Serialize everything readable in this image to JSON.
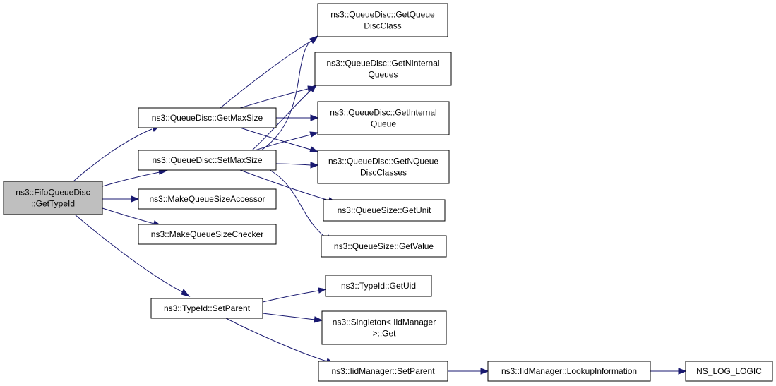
{
  "diagram": {
    "nodes": [
      {
        "id": "root",
        "lines": [
          "ns3::FifoQueueDisc",
          "::GetTypeId"
        ]
      },
      {
        "id": "getMaxSize",
        "lines": [
          "ns3::QueueDisc::GetMaxSize"
        ]
      },
      {
        "id": "setMaxSize",
        "lines": [
          "ns3::QueueDisc::SetMaxSize"
        ]
      },
      {
        "id": "makeAccessor",
        "lines": [
          "ns3::MakeQueueSizeAccessor"
        ]
      },
      {
        "id": "makeChecker",
        "lines": [
          "ns3::MakeQueueSizeChecker"
        ]
      },
      {
        "id": "typeIdSetParent",
        "lines": [
          "ns3::TypeId::SetParent"
        ]
      },
      {
        "id": "getQueueDiscClass",
        "lines": [
          "ns3::QueueDisc::GetQueue",
          "DiscClass"
        ]
      },
      {
        "id": "getNInternalQueues",
        "lines": [
          "ns3::QueueDisc::GetNInternal",
          "Queues"
        ]
      },
      {
        "id": "getInternalQueue",
        "lines": [
          "ns3::QueueDisc::GetInternal",
          "Queue"
        ]
      },
      {
        "id": "getNQueueDiscClasses",
        "lines": [
          "ns3::QueueDisc::GetNQueue",
          "DiscClasses"
        ]
      },
      {
        "id": "getUnit",
        "lines": [
          "ns3::QueueSize::GetUnit"
        ]
      },
      {
        "id": "getValue",
        "lines": [
          "ns3::QueueSize::GetValue"
        ]
      },
      {
        "id": "getUid",
        "lines": [
          "ns3::TypeId::GetUid"
        ]
      },
      {
        "id": "singletonGet",
        "lines": [
          "ns3::Singleton< IidManager",
          ">::Get"
        ]
      },
      {
        "id": "iidSetParent",
        "lines": [
          "ns3::IidManager::SetParent"
        ]
      },
      {
        "id": "lookupInfo",
        "lines": [
          "ns3::IidManager::LookupInformation"
        ]
      },
      {
        "id": "nsLogLogic",
        "lines": [
          "NS_LOG_LOGIC"
        ]
      }
    ],
    "edges": [
      {
        "from": "root",
        "to": "getMaxSize"
      },
      {
        "from": "root",
        "to": "setMaxSize"
      },
      {
        "from": "root",
        "to": "makeAccessor"
      },
      {
        "from": "root",
        "to": "makeChecker"
      },
      {
        "from": "root",
        "to": "typeIdSetParent"
      },
      {
        "from": "getMaxSize",
        "to": "getQueueDiscClass"
      },
      {
        "from": "getMaxSize",
        "to": "getNInternalQueues"
      },
      {
        "from": "getMaxSize",
        "to": "getInternalQueue"
      },
      {
        "from": "getMaxSize",
        "to": "getNQueueDiscClasses"
      },
      {
        "from": "setMaxSize",
        "to": "getQueueDiscClass"
      },
      {
        "from": "setMaxSize",
        "to": "getNInternalQueues"
      },
      {
        "from": "setMaxSize",
        "to": "getInternalQueue"
      },
      {
        "from": "setMaxSize",
        "to": "getNQueueDiscClasses"
      },
      {
        "from": "setMaxSize",
        "to": "getUnit"
      },
      {
        "from": "setMaxSize",
        "to": "getValue"
      },
      {
        "from": "typeIdSetParent",
        "to": "getUid"
      },
      {
        "from": "typeIdSetParent",
        "to": "singletonGet"
      },
      {
        "from": "typeIdSetParent",
        "to": "iidSetParent"
      },
      {
        "from": "iidSetParent",
        "to": "lookupInfo"
      },
      {
        "from": "lookupInfo",
        "to": "nsLogLogic"
      }
    ]
  }
}
